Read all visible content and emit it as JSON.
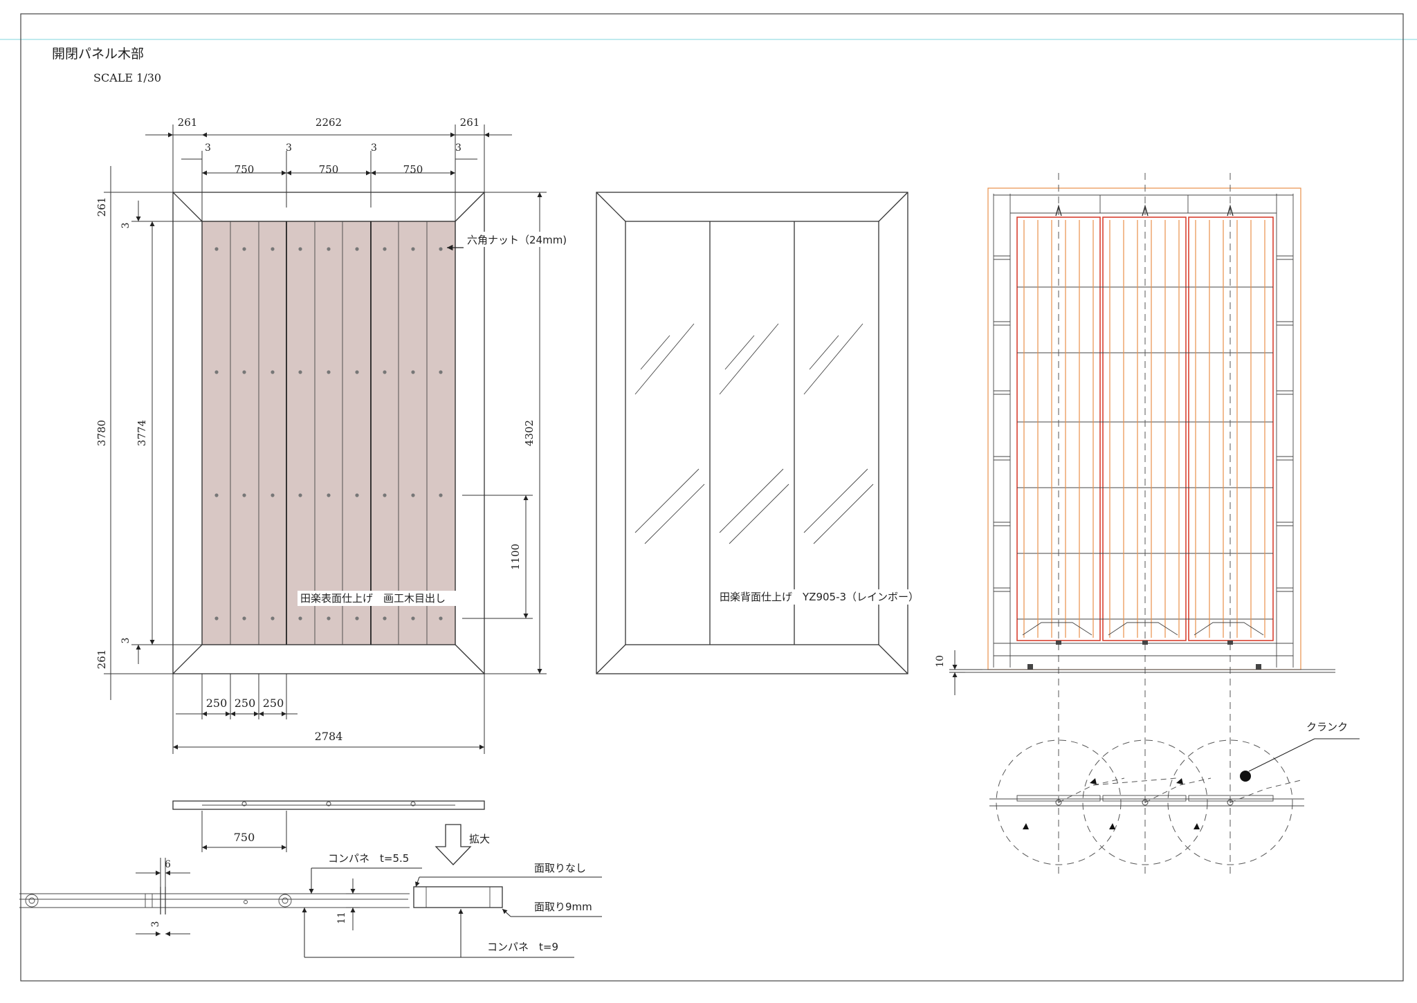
{
  "sheet": {
    "title": "開閉パネル木部",
    "scale": "SCALE  1/30"
  },
  "front_view": {
    "top_dims": {
      "left": "261",
      "center": "2262",
      "right": "261"
    },
    "gaps": [
      "3",
      "3",
      "3",
      "3"
    ],
    "module_widths": [
      "750",
      "750",
      "750"
    ],
    "left_dims": {
      "top": "261",
      "gap_top": "3",
      "overall": "3780",
      "inner": "3774",
      "gap_bottom": "3",
      "bottom": "261"
    },
    "right_dims": {
      "overall": "4302",
      "lower": "1100"
    },
    "plank_widths": [
      "250",
      "250",
      "250"
    ],
    "overall_width": "2784",
    "nut_label": "六角ナット（24mm)",
    "finish_label": "田楽表面仕上げ　画工木目出し"
  },
  "back_view": {
    "finish_label": "田楽背面仕上げ　YZ905-3（レインボー）"
  },
  "side_view": {
    "bottom_dim": "10",
    "crank_label": "クランク"
  },
  "section_view": {
    "module_width": "750",
    "enlarge_label": "拡大"
  },
  "detail_view": {
    "gap_width": "6",
    "gap_depth": "3",
    "panel_thickness": "11",
    "top_ply": "コンパネ　t=5.5",
    "no_chamfer": "面取りなし",
    "chamfer": "面取り9mm",
    "bottom_ply": "コンパネ　t=9"
  },
  "colors": {
    "wood_fill": "#d8c7c4",
    "guide_cyan": "#7fd6dc",
    "orange": "#e8904a",
    "red": "#d94030"
  }
}
